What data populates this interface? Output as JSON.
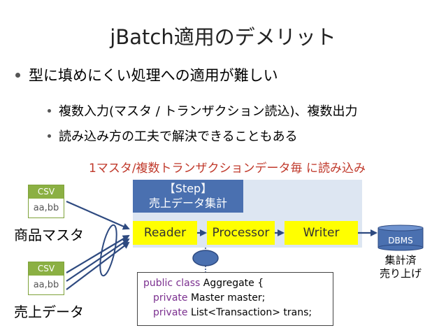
{
  "slide": {
    "title": "jBatch適用のデメリット",
    "bullet1": "型に填めにくい処理への適用が難しい",
    "bullet2": "複数入力(マスタ / トランザクション読込)、複数出力",
    "bullet3": "読み込み方の工夫で解決できることもある",
    "highlight": "1マスタ/複数トランザクションデータ毎 に読み込み"
  },
  "diagram": {
    "csv1": {
      "header": "CSV",
      "body": "aa,bb",
      "label": "商品マスタ"
    },
    "csv2": {
      "header": "CSV",
      "body": "aa,bb",
      "label": "売上データ"
    },
    "step": {
      "line1": "【Step】",
      "line2": "売上データ集計"
    },
    "reader": "Reader",
    "processor": "Processor",
    "writer": "Writer",
    "dbms": "DBMS",
    "dbms_caption1": "集計済",
    "dbms_caption2": "売り上げ"
  },
  "code": {
    "l1_kw": "public class",
    "l1_rest": " Aggregate {",
    "l2_kw": "private",
    "l2_rest": " Master master;",
    "l3_kw": "private",
    "l3_rest": " List<Transaction> trans;"
  },
  "colors": {
    "accent_blue": "#4a70b0",
    "step_bg": "#dde6f2",
    "component_yellow": "#ffff00",
    "csv_green": "#8bb043",
    "highlight_red": "#c0392b",
    "keyword_purple": "#7b2f8f"
  }
}
